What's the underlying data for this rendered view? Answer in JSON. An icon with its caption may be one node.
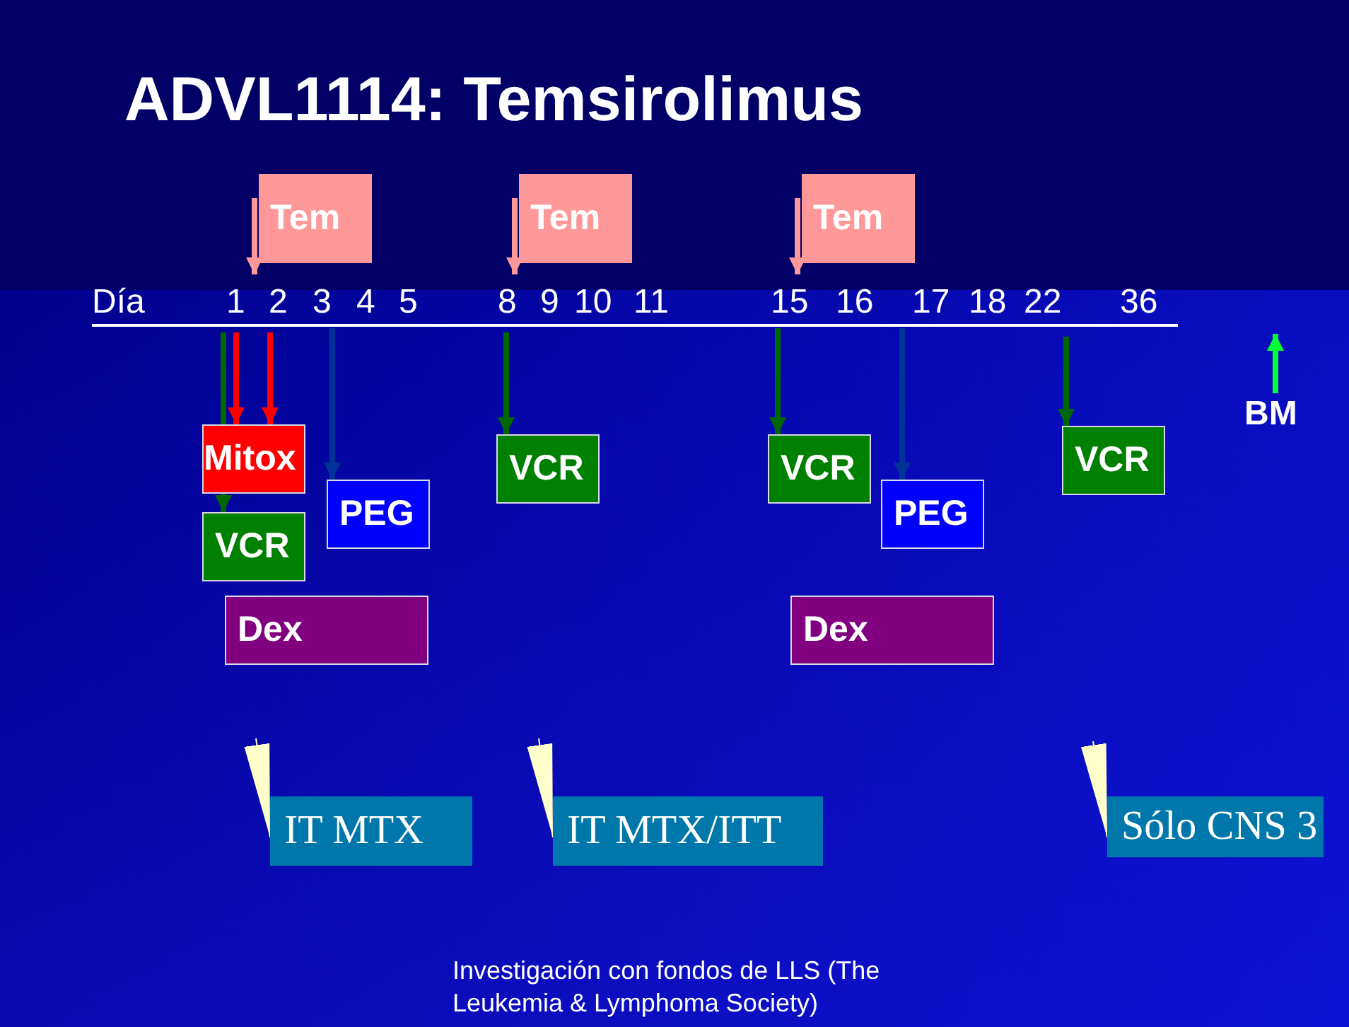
{
  "diagram": {
    "title": "ADVL1114: Temsirolimus",
    "nodes": [
      {
        "text": [
          "Tem"
        ]
      },
      {
        "text": [
          "Tem"
        ]
      },
      {
        "text": [
          "Tem"
        ]
      },
      {
        "text": [
          "BM"
        ]
      },
      {
        "text": [
          "Mitox"
        ]
      },
      {
        "text": [
          "VCR"
        ]
      },
      {
        "text": [
          "VCR"
        ]
      },
      {
        "text": [
          "VCR"
        ]
      },
      {
        "text": [
          "PEG"
        ]
      },
      {
        "text": [
          "PEG"
        ]
      },
      {
        "text": [
          "VCR"
        ]
      },
      {
        "text": [
          "Dex"
        ]
      },
      {
        "text": [
          "Dex"
        ]
      },
      {
        "text": [
          "IT MTX"
        ]
      },
      {
        "text": [
          "IT MTX/ITT"
        ]
      },
      {
        "text": [
          "Sólo CNS 3"
        ]
      }
    ],
    "edges": [
      {
        "from": null,
        "to": 0,
        "arrow": "to",
        "color": "#ff9999"
      },
      {
        "from": null,
        "to": 1,
        "arrow": "to",
        "color": "#ff9999"
      },
      {
        "from": null,
        "to": 2,
        "arrow": "to",
        "color": "#ff9999"
      },
      {
        "from": null,
        "to": 10,
        "arrow": "to"
      },
      {
        "from": null,
        "to": 4,
        "arrow": "to",
        "color": "#ff0000"
      },
      {
        "from": null,
        "to": 4,
        "arrow": "to",
        "color": "#ff0000"
      },
      {
        "from": null,
        "to": 8,
        "arrow": "to",
        "color": "#003399"
      },
      {
        "from": null,
        "to": 5,
        "arrow": "to"
      },
      {
        "from": null,
        "to": 6,
        "arrow": "to"
      },
      {
        "from": null,
        "to": 9,
        "arrow": "to",
        "color": "#003399"
      },
      {
        "from": null,
        "to": 7,
        "arrow": "to"
      },
      {
        "from": 3,
        "to": null,
        "arrow": "to",
        "color": "#00ff33"
      },
      {
        "from": null,
        "to": 13,
        "arrow": "to",
        "color": "#ffffcc"
      },
      {
        "from": null,
        "to": 14,
        "arrow": "to",
        "color": "#ffffcc"
      },
      {
        "from": null,
        "to": 15,
        "arrow": "to",
        "color": "#ffffcc"
      }
    ],
    "labels": [
      "Día",
      "1",
      "2",
      "3",
      "4",
      "5",
      "8",
      "9",
      "10",
      "11",
      "15",
      "16",
      "17",
      "18",
      "22",
      "36",
      "Investigación con fondos de LLS (The Leukemia & Lymphoma Society)"
    ]
  }
}
